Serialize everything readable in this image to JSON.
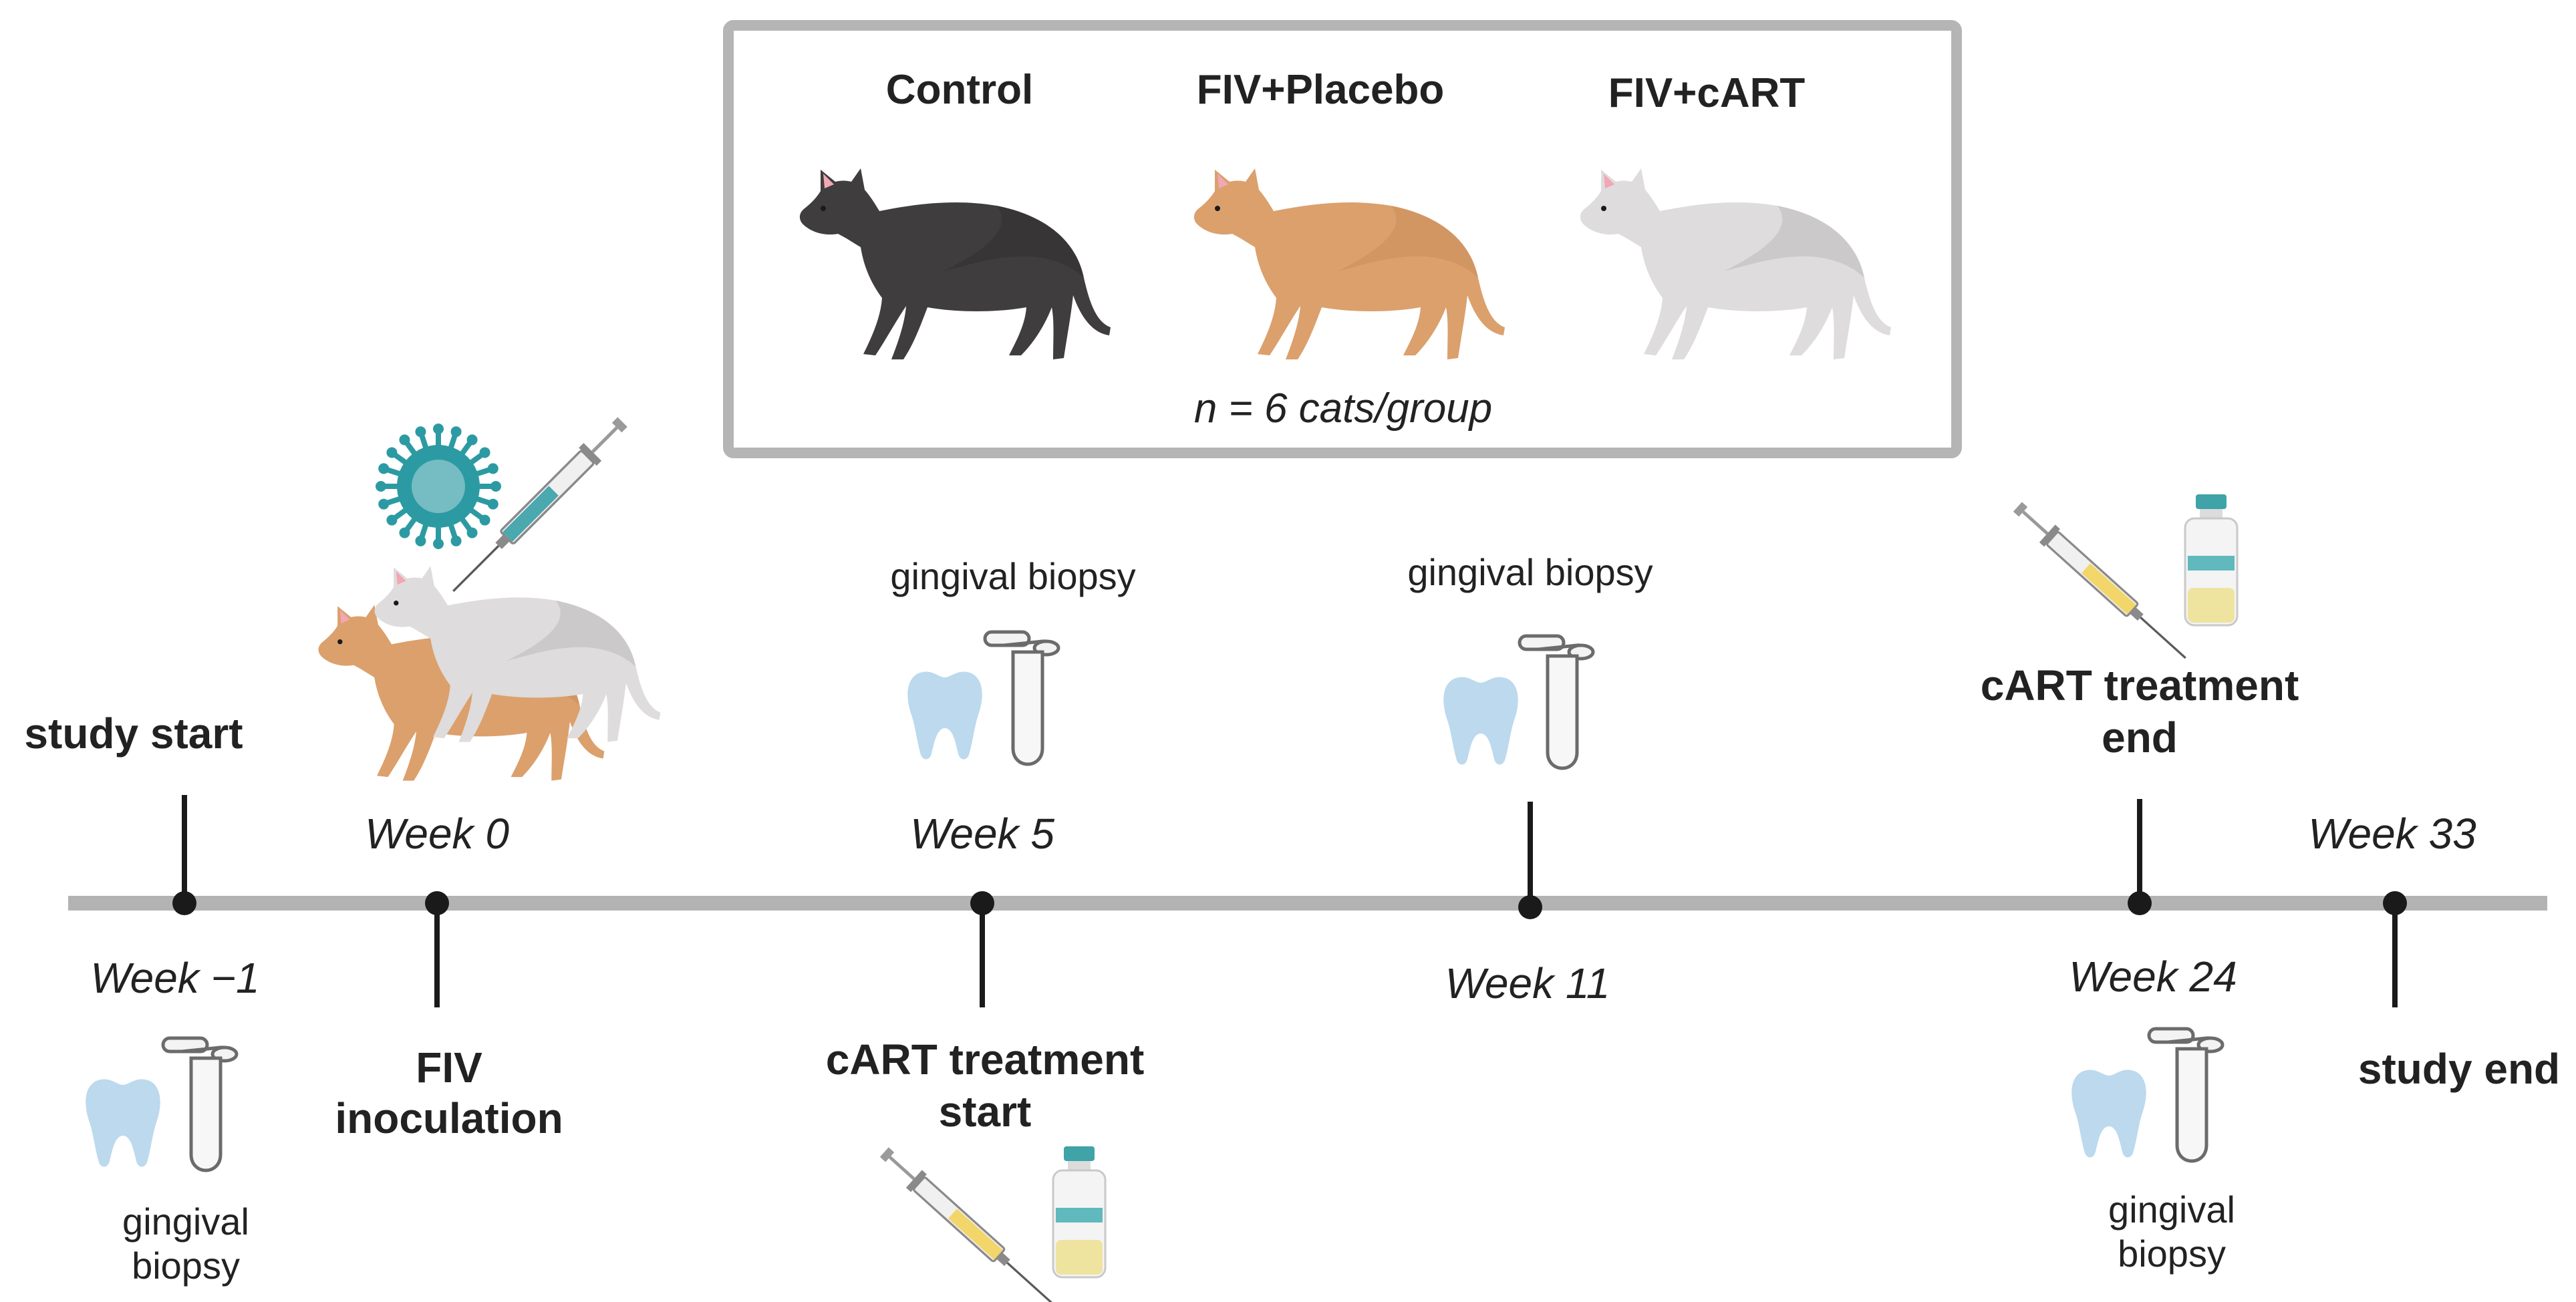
{
  "legend": {
    "groups": [
      {
        "label": "Control",
        "fur": "#403d3e",
        "fur_dark": "#2b2829",
        "ear": "#f2a7b5"
      },
      {
        "label": "FIV+Placebo",
        "fur": "#dba06c",
        "fur_dark": "#c4844f",
        "ear": "#f2a7b5"
      },
      {
        "label": "FIV+cART",
        "fur": "#dedcdc",
        "fur_dark": "#a9a6a6",
        "ear": "#f2a7b5"
      }
    ],
    "note": "n = 6 cats/group"
  },
  "timeline": {
    "colors": {
      "axis": "#b3b3b3",
      "point": "#1a1a1a",
      "tooth": "#bcd9ee",
      "virus": "#2c9aa3",
      "syringe_fiv": "#4aa8ae",
      "syringe_cart": "#f2d66a"
    },
    "events": [
      {
        "week": "Week −1",
        "title": "study start",
        "biopsy": "gingival biopsy"
      },
      {
        "week": "Week 0",
        "title": "FIV inoculation"
      },
      {
        "week": "Week 5",
        "title": "cART treatment start",
        "biopsy": "gingival biopsy"
      },
      {
        "week": "Week 11",
        "biopsy": "gingival biopsy"
      },
      {
        "week": "Week 24",
        "title": "cART treatment end",
        "biopsy": "gingival biopsy"
      },
      {
        "week": "Week 33",
        "title": "study end"
      }
    ]
  },
  "icons": [
    "cat-icon",
    "virus-icon",
    "syringe-icon",
    "vial-icon",
    "tooth-icon",
    "biopsy-tube-icon"
  ]
}
